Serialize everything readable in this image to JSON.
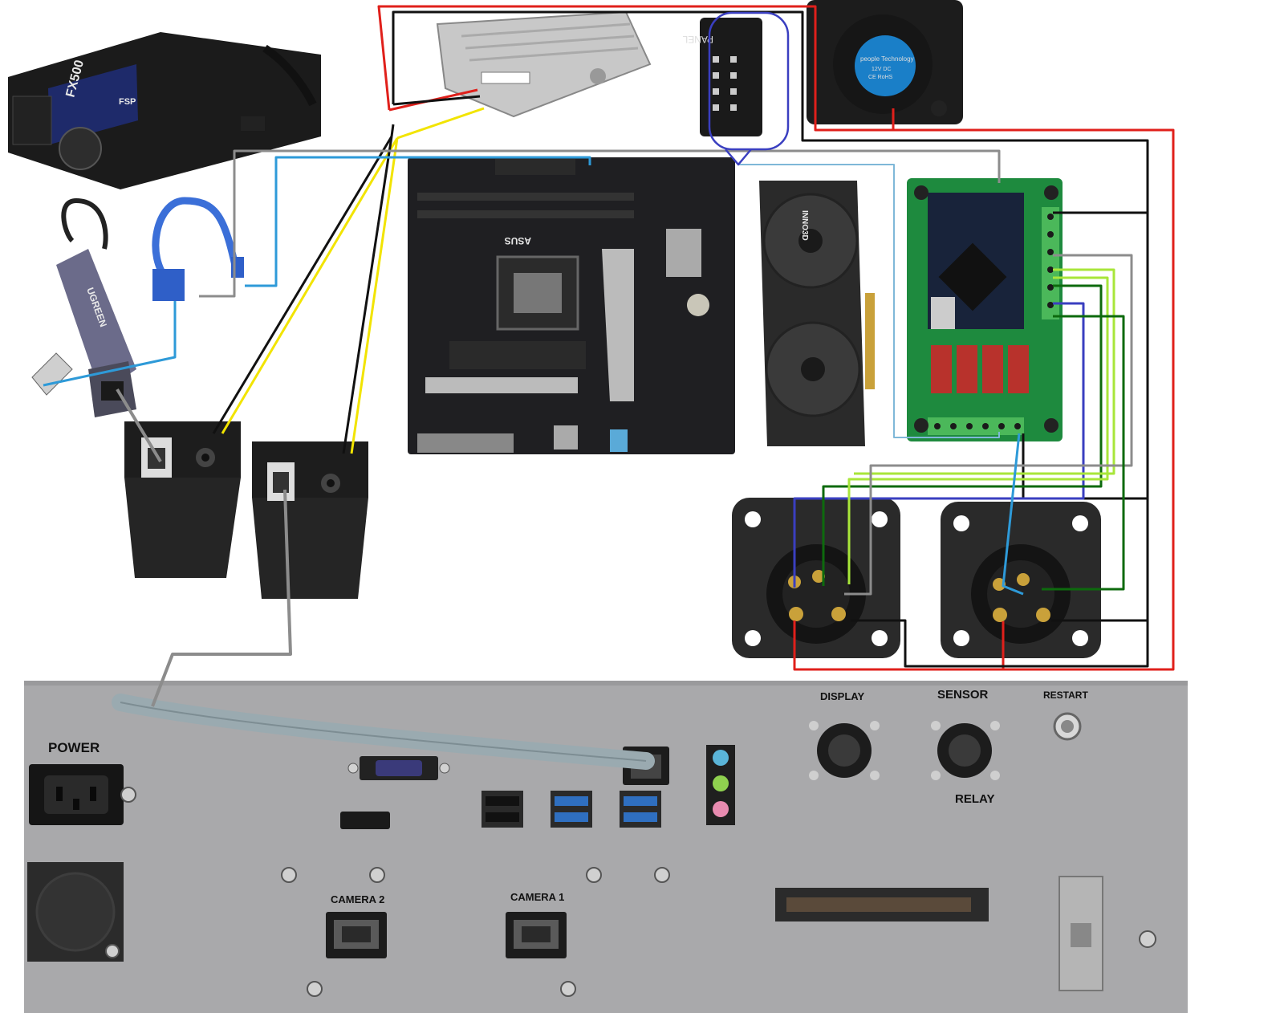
{
  "components": {
    "psu": {
      "model_label": "FX500",
      "brand_label": "FSP"
    },
    "usb_adapter": {
      "brand_label": "UGREEN"
    },
    "motherboard": {
      "brand_label": "ASUS"
    },
    "gpu": {
      "brand_label": "INNO3D"
    },
    "fan": {
      "label_line1": "people Technology",
      "label_line2": "12V DC",
      "label_line3": "CE RoHS"
    },
    "panel_header": {
      "label": "PANEL"
    }
  },
  "back_panel": {
    "power_label": "POWER",
    "display_label": "DISPLAY",
    "sensor_label": "SENSOR",
    "relay_label": "RELAY",
    "restart_label": "RESTART",
    "camera2_label": "CAMERA 2",
    "camera1_label": "CAMERA 1"
  },
  "wire_colors": {
    "red": "#e0201b",
    "black": "#111111",
    "yellow": "#f2e400",
    "gray": "#8c8c8c",
    "blue_light": "#2e9ad8",
    "blue_dark": "#3a3fc0",
    "green_dark": "#0d6a0d",
    "green_light": "#a8e63a",
    "panel_circle": "#3a3fc0"
  }
}
